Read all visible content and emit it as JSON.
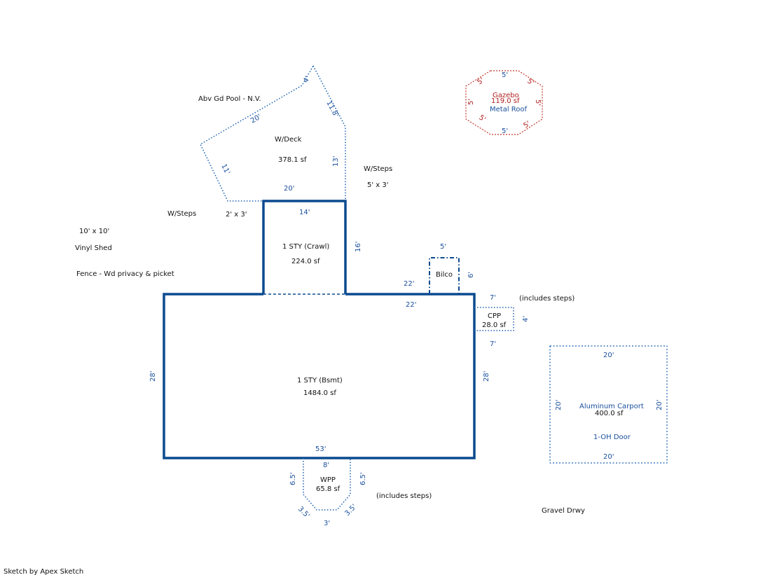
{
  "labels": {
    "pool": "Abv Gd Pool - N.V.",
    "deck_name": "W/Deck",
    "deck_area": "378.1 sf",
    "steps_right": "W/Steps",
    "steps_right_size": "5' x 3'",
    "steps_left": "W/Steps",
    "steps_left_size": "2' x 3'",
    "shed_size": "10' x 10'",
    "shed_name": "Vinyl Shed",
    "fence": "Fence - Wd privacy & picket",
    "crawl_name": "1 STY (Crawl)",
    "crawl_area": "224.0 sf",
    "bilco": "Bilco",
    "cpp_name": "CPP",
    "cpp_area": "28.0 sf",
    "includes_steps_1": "(includes steps)",
    "bsmt_name": "1 STY (Bsmt)",
    "bsmt_area": "1484.0 sf",
    "wpp_name": "WPP",
    "wpp_area": "65.8 sf",
    "includes_steps_2": "(includes steps)",
    "carport_name": "Aluminum Carport",
    "carport_area": "400.0 sf",
    "carport_door": "1-OH Door",
    "gravel": "Gravel Drwy",
    "gazebo_name": "Gazebo",
    "gazebo_area": "119.0 sf",
    "gazebo_roof": "Metal Roof",
    "credit": "Sketch by Apex Sketch"
  },
  "dims": {
    "deck_4": "4'",
    "deck_11_8": "11.8'",
    "deck_20_diag": "20'",
    "deck_11": "11'",
    "deck_13": "13'",
    "deck_20_bottom": "20'",
    "crawl_14": "14'",
    "crawl_16": "16'",
    "bilco_5": "5'",
    "bilco_6": "6'",
    "house_22_a": "22'",
    "house_22_b": "22'",
    "cpp_7_top": "7'",
    "cpp_4": "4'",
    "cpp_7_bottom": "7'",
    "house_28_left": "28'",
    "house_28_right": "28'",
    "house_53": "53'",
    "wpp_8": "8'",
    "wpp_6_5_left": "6.5'",
    "wpp_6_5_right": "6.5'",
    "wpp_3_5_left": "3.5'",
    "wpp_3_5_right": "3.5'",
    "wpp_3": "3'",
    "carport_20_top": "20'",
    "carport_20_left": "20'",
    "carport_20_right": "20'",
    "carport_20_bottom": "20'",
    "gazebo_5_top": "5'",
    "gazebo_5_tl": "5'",
    "gazebo_5_tr": "5'",
    "gazebo_5_left": "5'",
    "gazebo_5_right": "5'",
    "gazebo_5_bl": "5'",
    "gazebo_5_br": "5'",
    "gazebo_5_bottom": "5'"
  },
  "colors": {
    "wall": "#0b4a8f",
    "dimension": "#1a4f9c",
    "gazebo": "#b02020",
    "text": "#111111"
  }
}
